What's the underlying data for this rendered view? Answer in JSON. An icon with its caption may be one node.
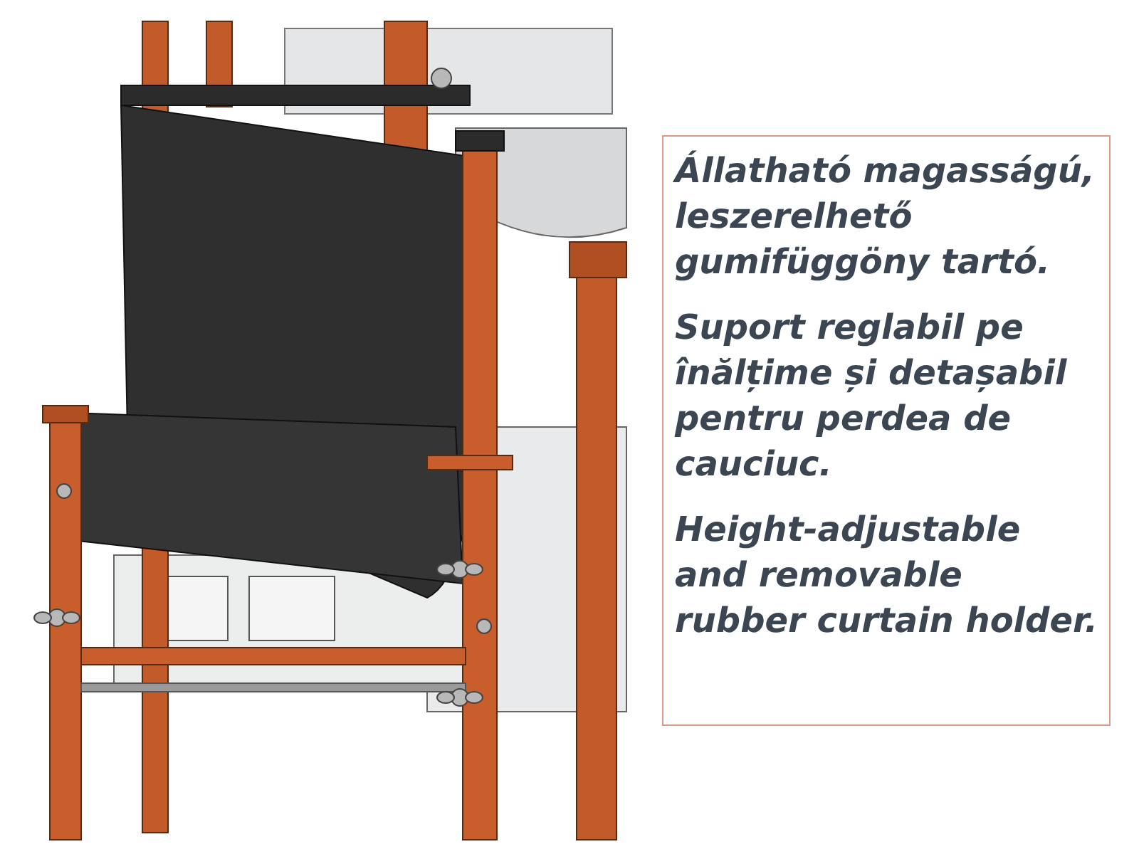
{
  "diagram": {
    "nodes": [
      {
        "text": [
          "Állatható magasságú, leszerelhető gumifüggöny tartó.",
          "Suport reglabil pe înălțime și detașabil pentru perdea de cauciuc.",
          "Height-adjustable and removable rubber curtain holder."
        ]
      }
    ]
  }
}
